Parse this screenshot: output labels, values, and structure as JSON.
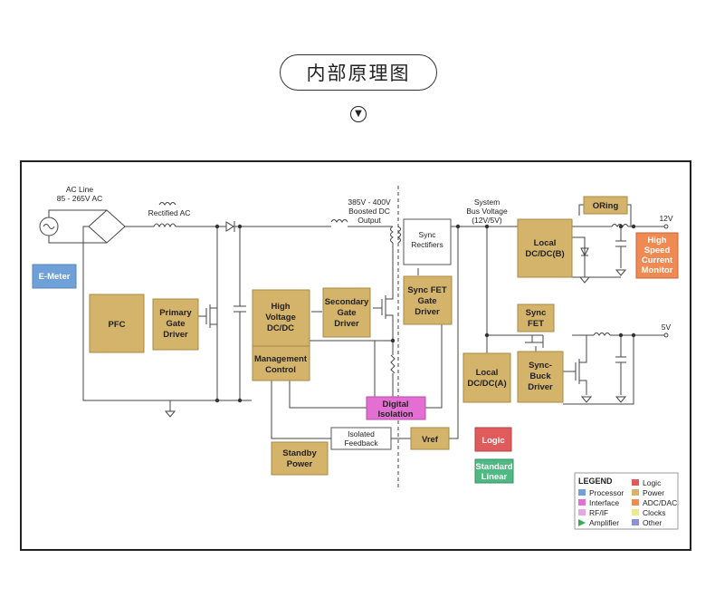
{
  "header": {
    "title": "内部原理图",
    "scroll_down_glyph": "▼"
  },
  "colors": {
    "processor": "#6fa0d8",
    "power": "#d4b36b",
    "interface": "#e26fd1",
    "logic": "#e05c5c",
    "adc_dac": "#ef8a52",
    "amplifier": "#3aaa55",
    "rf_if": "#e9a6e0",
    "clocks": "#eeea8c",
    "other": "#8f8fd8",
    "standard_linear": "#4fb883"
  },
  "labels": {
    "ac_line": [
      "AC Line",
      "85 - 265V AC"
    ],
    "rectified_ac": "Rectified AC",
    "boosted_dc": [
      "385V - 400V",
      "Boosted DC",
      "Output"
    ],
    "system_bus": [
      "System",
      "Bus Voltage",
      "(12V/5V)"
    ],
    "out_12v": "12V",
    "out_5v": "5V"
  },
  "blocks": {
    "e_meter": "E-Meter",
    "pfc": "PFC",
    "primary_gate_driver": [
      "Primary",
      "Gate",
      "Driver"
    ],
    "high_voltage_dcdc": [
      "High",
      "Voltage",
      "DC/DC"
    ],
    "management_control": [
      "Management",
      "Control"
    ],
    "secondary_gate_driver": [
      "Secondary",
      "Gate",
      "Driver"
    ],
    "sync_rectifiers": [
      "Sync",
      "Rectifiers"
    ],
    "sync_fet_gate_driver": [
      "Sync FET",
      "Gate",
      "Driver"
    ],
    "digital_isolation": [
      "Digital",
      "Isolation"
    ],
    "isolated_feedback": [
      "Isolated",
      "Feedback"
    ],
    "vref": "Vref",
    "standby_power": [
      "Standby",
      "Power"
    ],
    "local_dcdc_b": [
      "Local",
      "DC/DC(B)"
    ],
    "oring": "ORing",
    "high_speed_current_monitor": [
      "High",
      "Speed",
      "Current",
      "Monitor"
    ],
    "sync_fet": [
      "Sync",
      "FET"
    ],
    "sync_buck_driver": [
      "Sync-",
      "Buck",
      "Driver"
    ],
    "local_dcdc_a": [
      "Local",
      "DC/DC(A)"
    ],
    "logic": "Logic",
    "standard_linear": [
      "Standard",
      "Linear"
    ]
  },
  "legend": {
    "title": "LEGEND",
    "items": [
      {
        "label": "Processor",
        "color": "#6fa0d8",
        "shape": "square"
      },
      {
        "label": "Logic",
        "color": "#e05c5c",
        "shape": "square"
      },
      {
        "label": "Interface",
        "color": "#e26fd1",
        "shape": "square"
      },
      {
        "label": "Power",
        "color": "#d4b36b",
        "shape": "square"
      },
      {
        "label": "RF/IF",
        "color": "#e9a6e0",
        "shape": "square"
      },
      {
        "label": "ADC/DAC",
        "color": "#ef8a52",
        "shape": "square"
      },
      {
        "label": "Amplifier",
        "color": "#3aaa55",
        "shape": "triangle"
      },
      {
        "label": "Clocks",
        "color": "#eeea8c",
        "shape": "square"
      },
      {
        "label": "Other",
        "color": "#8f8fd8",
        "shape": "square"
      }
    ]
  }
}
